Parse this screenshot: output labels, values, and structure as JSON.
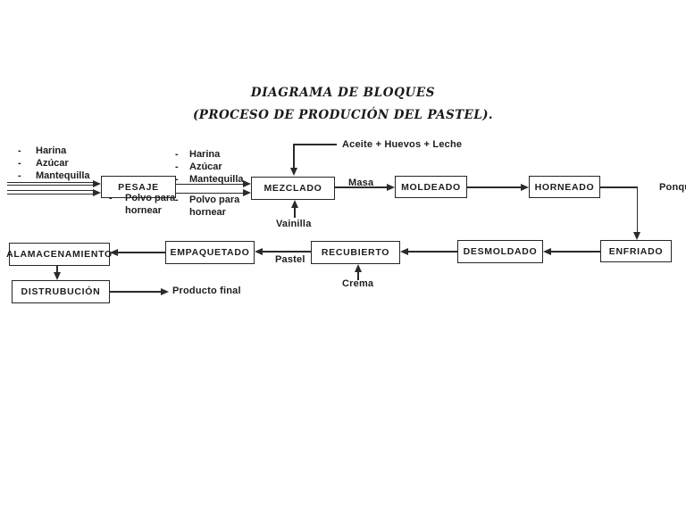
{
  "title": {
    "line1": "DIAGRAMA DE BLOQUES",
    "line2": "(PROCESO DE PRODUCIÓN DEL PASTEL)."
  },
  "glyphs": {
    "dash": "-"
  },
  "inputs_left": {
    "items": [
      "Harina",
      "Azúcar",
      "Mantequilla"
    ],
    "item4": {
      "line1": "Polvo para",
      "line2": "hornear"
    }
  },
  "inputs_weighed": {
    "items": [
      "Harina",
      "Azúcar",
      "Mantequilla"
    ],
    "item4": {
      "line1": "Polvo para",
      "line2": "hornear"
    }
  },
  "blocks": {
    "pesaje": "PESAJE",
    "mezclado": "MEZCLADO",
    "moldeado": "MOLDEADO",
    "horneado": "HORNEADO",
    "enfriado": "ENFRIADO",
    "desmoldado": "DESMOLDADO",
    "recubierto": "RECUBIERTO",
    "empaquetado": "EMPAQUETADO",
    "almacenamiento": "ALAMACENAMIENTO",
    "distribucion": "DISTRUBUCIÓN"
  },
  "stream_labels": {
    "aceite_huevos_leche": "Aceite + Huevos + Leche",
    "vainilla": "Vainilla",
    "masa": "Masa",
    "ponque": "Ponqu",
    "pastel": "Pastel",
    "crema": "Crema",
    "producto_final": "Producto final"
  },
  "colors": {
    "ink": "#1d1d1d",
    "line": "#2a2a2a",
    "background": "#ffffff"
  }
}
